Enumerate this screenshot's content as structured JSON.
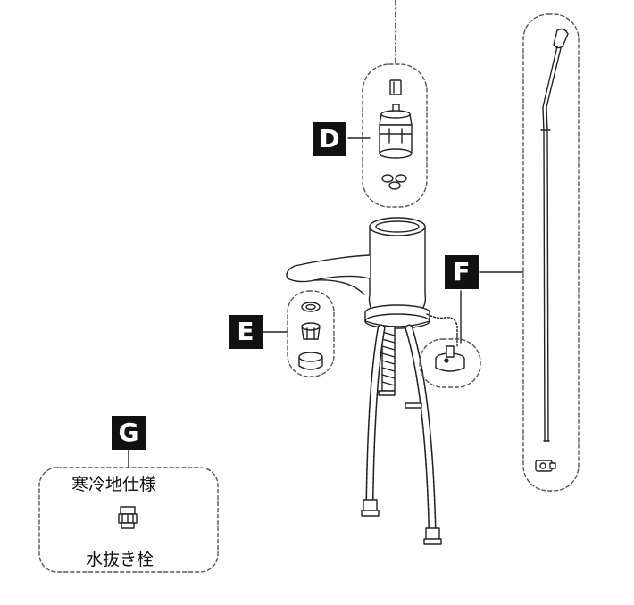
{
  "callouts": {
    "d": "D",
    "e": "E",
    "f": "F",
    "g": "G"
  },
  "option_g": {
    "title": "寒冷地仕様",
    "part_name": "水抜き栓"
  }
}
